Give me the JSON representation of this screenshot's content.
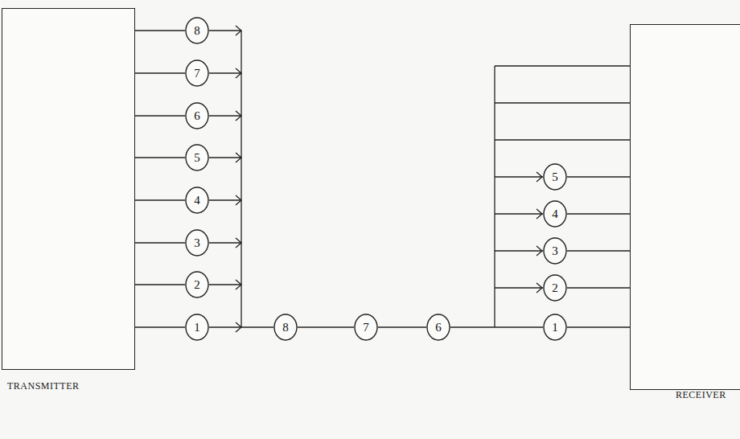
{
  "diagram": {
    "nodes": [
      {
        "text": [
          "TRANSMITTER"
        ]
      },
      {
        "text": [
          "8"
        ]
      },
      {
        "text": [
          "7"
        ]
      },
      {
        "text": [
          "6"
        ]
      },
      {
        "text": [
          "5"
        ]
      },
      {
        "text": [
          "4"
        ]
      },
      {
        "text": [
          "3"
        ]
      },
      {
        "text": [
          "2"
        ]
      },
      {
        "text": [
          "1"
        ]
      },
      {
        "text": [
          "8"
        ]
      },
      {
        "text": [
          "7"
        ]
      },
      {
        "text": [
          "6"
        ]
      },
      {
        "text": [
          "5"
        ]
      },
      {
        "text": [
          "4"
        ]
      },
      {
        "text": [
          "3"
        ]
      },
      {
        "text": [
          "2"
        ]
      },
      {
        "text": [
          "1"
        ]
      },
      {
        "text": [
          "RECEIVER"
        ]
      }
    ],
    "edges": [
      {
        "from": 0,
        "to": 1,
        "arrow": "none"
      },
      {
        "from": 0,
        "to": 2,
        "arrow": "none"
      },
      {
        "from": 0,
        "to": 3,
        "arrow": "none"
      },
      {
        "from": 0,
        "to": 4,
        "arrow": "none"
      },
      {
        "from": 0,
        "to": 5,
        "arrow": "none"
      },
      {
        "from": 0,
        "to": 6,
        "arrow": "none"
      },
      {
        "from": 0,
        "to": 7,
        "arrow": "none"
      },
      {
        "from": 0,
        "to": 8,
        "arrow": "none"
      },
      {
        "from": 8,
        "to": 9,
        "arrow": "none"
      },
      {
        "from": 9,
        "to": 10,
        "arrow": "none"
      },
      {
        "from": 10,
        "to": 11,
        "arrow": "none"
      },
      {
        "from": 11,
        "to": 16,
        "arrow": "none"
      },
      {
        "from": 12,
        "to": 17,
        "arrow": "none"
      },
      {
        "from": 13,
        "to": 17,
        "arrow": "none"
      },
      {
        "from": 14,
        "to": 17,
        "arrow": "none"
      },
      {
        "from": 15,
        "to": 17,
        "arrow": "none"
      },
      {
        "from": 16,
        "to": 17,
        "arrow": "none"
      }
    ]
  }
}
